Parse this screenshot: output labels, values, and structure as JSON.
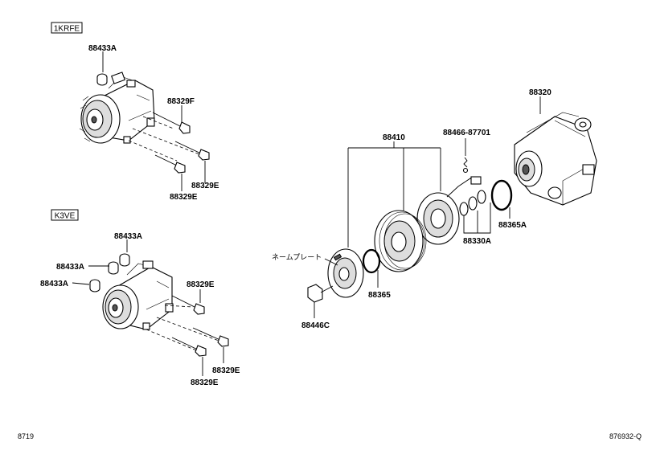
{
  "engine_boxes": [
    "1KRFE",
    "K3VE"
  ],
  "callouts": {
    "p88433A_top": "88433A",
    "p88329F": "88329F",
    "p88329E_a": "88329E",
    "p88329E_b": "88329E",
    "p88433A_k1": "88433A",
    "p88433A_k2": "88433A",
    "p88433A_k3": "88433A",
    "p88329E_k1": "88329E",
    "p88329E_k2": "88329E",
    "p88329E_k3": "88329E",
    "p88410": "88410",
    "p88466": "88466-87701",
    "p88320": "88320",
    "p88365A": "88365A",
    "p88330A": "88330A",
    "p88365": "88365",
    "p88446C": "88446C",
    "nameplate": "ネームプレート"
  },
  "footer": {
    "left": "8719",
    "right": "876932-Q"
  }
}
